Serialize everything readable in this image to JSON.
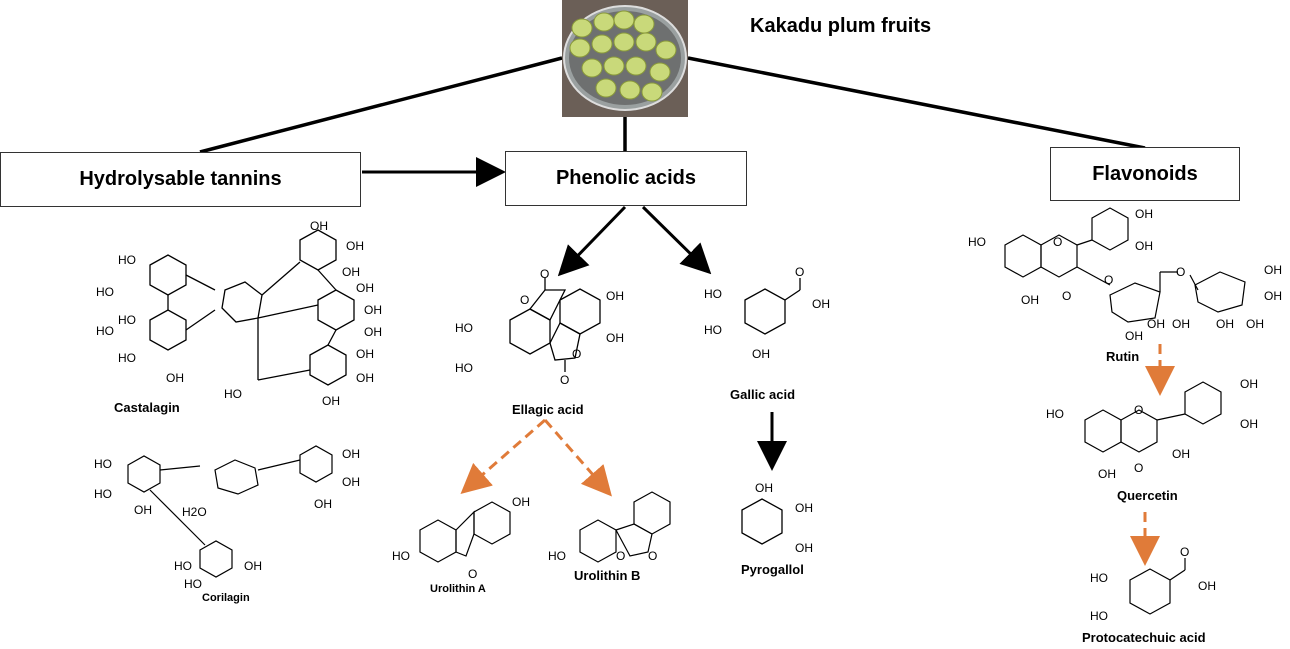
{
  "title": "Kakadu plum fruits",
  "categories": {
    "hydrolysable": "Hydrolysable tannins",
    "phenolic": "Phenolic acids",
    "flavonoids": "Flavonoids"
  },
  "compounds": {
    "castalagin": "Castalagin",
    "corilagin": "Corilagin",
    "ellagic": "Ellagic acid",
    "urolithin_a": "Urolithin A",
    "urolithin_b": "Urolithin B",
    "gallic": "Gallic acid",
    "pyrogallol": "Pyrogallol",
    "rutin": "Rutin",
    "quercetin": "Quercetin",
    "protocatechuic": "Protocatechuic acid"
  },
  "structure_labels": {
    "oh": "OH",
    "ho": "HO",
    "o": "O",
    "h2o": "H2O"
  },
  "colors": {
    "line": "#000000",
    "metabolic_arrow": "#e07b39",
    "fruit": "#c9d97a"
  },
  "icons": [
    "fruit-photo",
    "solid-arrow",
    "dashed-arrow"
  ]
}
